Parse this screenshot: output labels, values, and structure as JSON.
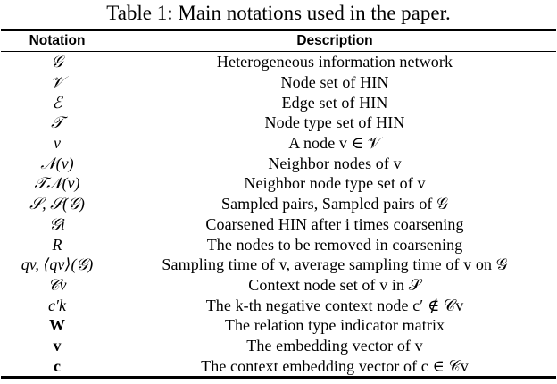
{
  "caption": "Table 1: Main notations used in the paper.",
  "headers": {
    "notation": "Notation",
    "description": "Description"
  },
  "rows": [
    {
      "notation": "𝒢",
      "description": "Heterogeneous information network"
    },
    {
      "notation": "𝒱",
      "description": "Node set of HIN"
    },
    {
      "notation": "ℰ",
      "description": "Edge set of HIN"
    },
    {
      "notation": "𝒯",
      "description": "Node type set of HIN"
    },
    {
      "notation": "v",
      "description": "A node v ∈ 𝒱"
    },
    {
      "notation": "𝒩(v)",
      "description": "Neighbor nodes of v"
    },
    {
      "notation": "𝒯𝒩(v)",
      "description": "Neighbor node type set of v"
    },
    {
      "notation": "𝒮, 𝒮(𝒢)",
      "description": "Sampled pairs, Sampled pairs of 𝒢"
    },
    {
      "notation": "𝒢i",
      "description": "Coarsened HIN after i times coarsening"
    },
    {
      "notation": "R",
      "description": "The nodes to be removed in coarsening"
    },
    {
      "notation": "qv, ⟨qv⟩(𝒢)",
      "description": "Sampling time of v, average sampling time of v on 𝒢"
    },
    {
      "notation": "𝒞v",
      "description": "Context node set of v in 𝒮"
    },
    {
      "notation": "c′k",
      "description": "The k-th negative context node c′ ∉ 𝒞v"
    },
    {
      "notation": "W",
      "description": "The relation type indicator matrix"
    },
    {
      "notation": "v",
      "description": "The embedding vector of v"
    },
    {
      "notation": "c",
      "description": "The context embedding vector of c ∈ 𝒞v"
    }
  ]
}
